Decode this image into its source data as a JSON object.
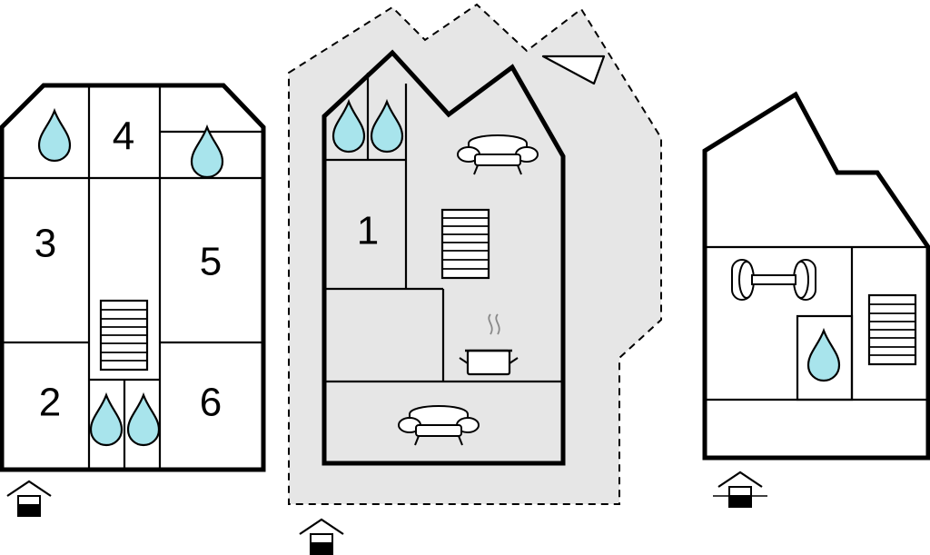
{
  "colors": {
    "wall": "#000000",
    "terrace": "#e6e6e6",
    "water": "#a8e4ec",
    "background": "#ffffff"
  },
  "rooms": [
    {
      "number": "1",
      "building": "middle"
    },
    {
      "number": "2",
      "building": "left"
    },
    {
      "number": "3",
      "building": "left"
    },
    {
      "number": "4",
      "building": "left"
    },
    {
      "number": "5",
      "building": "left"
    },
    {
      "number": "6",
      "building": "left"
    }
  ],
  "icons": [
    "water-drop-icon",
    "stairs-icon",
    "sofa-icon",
    "cooking-pot-icon",
    "dumbbell-icon",
    "house-entrance-icon",
    "north-arrow-icon"
  ]
}
